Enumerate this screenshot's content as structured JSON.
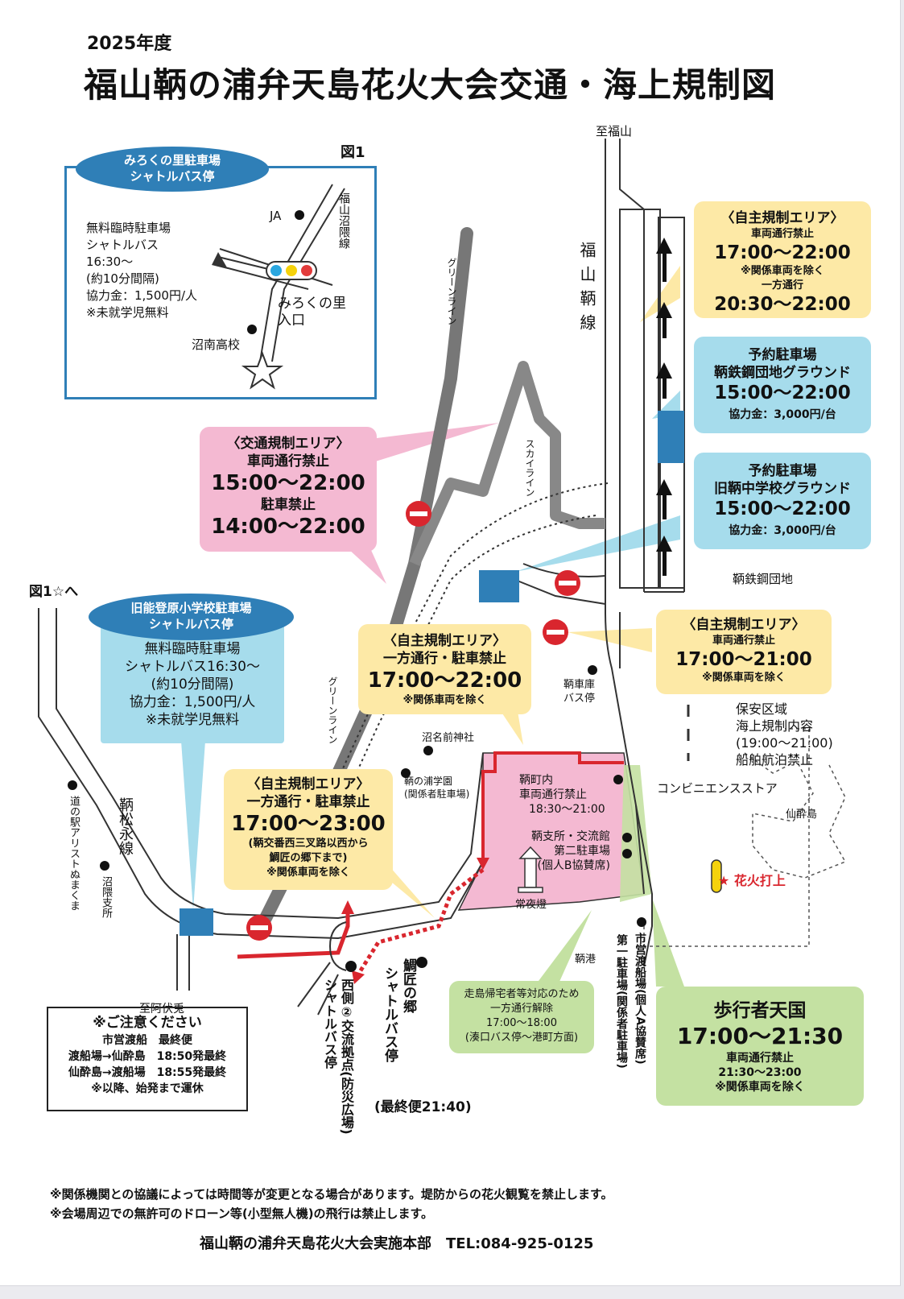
{
  "header": {
    "year": "2025年度",
    "title": "福山鞆の浦弁天島花火大会交通・海上規制図"
  },
  "fig1": {
    "label": "図1",
    "pill_line1": "みろくの里駐車場",
    "pill_line2": "シャトルバス停",
    "info": [
      "無料臨時駐車場",
      "シャトルバス",
      "16:30～",
      "(約10分間隔)",
      "協力金：1,500円/人",
      "※未就学児無料"
    ],
    "ja": "JA",
    "road": "福山沼隈線",
    "entrance_line1": "みろくの里",
    "entrance_line2": "入口",
    "school": "沼南高校",
    "signal_colors": [
      "#2aa7e0",
      "#f5d20c",
      "#e23b3b"
    ]
  },
  "place": {
    "to_fukuyama": "至福山",
    "tomo_line": "福山鞆線",
    "green_line": "グリーンライン",
    "skyline": "スカイライン",
    "tetsukou": "鞆鉄鋼団地",
    "fig1_link": "図1☆へ",
    "tomo_garage": "鞆車庫",
    "tomo_garage2": "バス停",
    "numana": "沼名前神社",
    "gakuen": "鞆の浦学園",
    "gakuen2": "(関係者駐車場)",
    "conbini": "コンビニエンスストア",
    "kaijo1": "保安区域",
    "kaijo2": "海上規制内容",
    "kaijo3": "(19:00～21:00)",
    "kaijo4": "船舶航泊禁止",
    "sensui": "仙酔島",
    "hanabi": "花火打上",
    "tomo_area1": "鞆町内",
    "tomo_area2": "車両通行禁止",
    "tomo_area3": "18:30～21:00",
    "shisho": "鞆支所・交流館",
    "daini1": "第二駐車場",
    "daini2": "(個人B協賛席)",
    "joyato": "常夜燈",
    "tomo_port": "鞆港",
    "tomo_matsunaga": "鞆松永線",
    "michi_eki": "道の駅アリストぬまくま",
    "numakuma": "沼隈支所",
    "to_abuto": "至阿伏兎",
    "nishigawa": "西側②交流拠点(防災広場)",
    "nishigawa_bus": "シャトルバス停",
    "takumi": "鯛匠の郷",
    "takumi_bus": "シャトルバス停",
    "last_bus": "(最終便21:40)",
    "daiichi": "第一駐車場(関係者駐車場)",
    "tosenba": "市営渡船場(個人A協賛席)"
  },
  "boxes": {
    "jishu_top": {
      "title": "〈自主規制エリア〉",
      "l1": "車両通行禁止",
      "t1": "17:00～22:00",
      "n1": "※関係車両を除く",
      "l2": "一方通行",
      "t2": "20:30～22:00"
    },
    "yoyaku1": {
      "title": "予約駐車場",
      "name": "鞆鉄鋼団地グラウンド",
      "time": "15:00～22:00",
      "fee": "協力金：3,000円/台"
    },
    "yoyaku2": {
      "title": "予約駐車場",
      "name": "旧鞆中学校グラウンド",
      "time": "15:00～22:00",
      "fee": "協力金：3,000円/台"
    },
    "kotsu": {
      "title": "〈交通規制エリア〉",
      "l1": "車両通行禁止",
      "t1": "15:00～22:00",
      "l2": "駐車禁止",
      "t2": "14:00～22:00"
    },
    "kyunou": {
      "pill1": "旧能登原小学校駐車場",
      "pill2": "シャトルバス停",
      "info": [
        "無料臨時駐車場",
        "シャトルバス16:30～",
        "(約10分間隔)",
        "協力金：1,500円/人",
        "※未就学児無料"
      ]
    },
    "jishu_mid": {
      "title": "〈自主規制エリア〉",
      "l1": "一方通行・駐車禁止",
      "t1": "17:00～22:00",
      "n1": "※関係車両を除く"
    },
    "jishu_right": {
      "title": "〈自主規制エリア〉",
      "l1": "車両通行禁止",
      "t1": "17:00～21:00",
      "n1": "※関係車両を除く"
    },
    "jishu_left": {
      "title": "〈自主規制エリア〉",
      "l1": "一方通行・駐車禁止",
      "t1": "17:00～23:00",
      "n1": "(鞆交番西三叉路以西から",
      "n2": "鯛匠の郷下まで)",
      "n3": "※関係車両を除く"
    },
    "sojima": {
      "l1": "走島帰宅者等対応のため",
      "l2": "一方通行解除",
      "l3": "17:00～18:00",
      "l4": "(湊口バス停～港町方面)"
    },
    "hokousha": {
      "title": "歩行者天国",
      "time": "17:00～21:30",
      "l1": "車両通行禁止",
      "t1": "21:30～23:00",
      "n1": "※関係車両を除く"
    }
  },
  "notice": {
    "title": "※ご注意ください",
    "l1": "市営渡船　最終便",
    "l2": "渡船場→仙酔島　18:50発最終",
    "l3": "仙酔島→渡船場　18:55発最終",
    "l4": "※以降、始発まで運休"
  },
  "footer": {
    "n1": "※関係機関との協議によっては時間等が変更となる場合があります。堤防からの花火観覧を禁止します。",
    "n2": "※会場周辺での無許可のドローン等(小型無人機)の飛行は禁止します。",
    "contact": "福山鞆の浦弁天島花火大会実施本部　TEL:084-925-0125"
  },
  "colors": {
    "blue": "#2f7fb7",
    "red": "#d9262e",
    "pink": "#f4b9d2",
    "yellow": "#fde9a6",
    "lightblue": "#a6dcec",
    "green": "#c4e1a2"
  }
}
